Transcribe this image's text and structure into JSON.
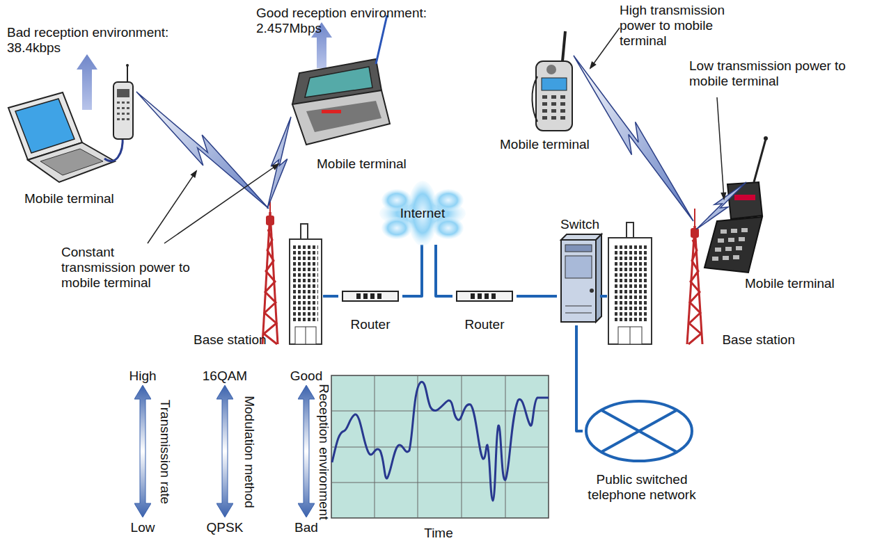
{
  "diagram": {
    "nodes": [
      {
        "text": [
          "Base station"
        ]
      },
      {
        "text": [
          "Router"
        ]
      },
      {
        "text": [
          "Internet"
        ]
      },
      {
        "text": [
          "Router"
        ]
      },
      {
        "text": [
          "Switch"
        ]
      },
      {
        "text": [
          "Base station"
        ]
      },
      {
        "text": [
          "Public switched telephone network"
        ]
      }
    ],
    "edges": [
      {
        "from": 0,
        "to": 1,
        "arrow": "none"
      },
      {
        "from": 1,
        "to": 2,
        "arrow": "none"
      },
      {
        "from": 2,
        "to": 3,
        "arrow": "none"
      },
      {
        "from": 3,
        "to": 4,
        "arrow": "none"
      },
      {
        "from": 4,
        "to": 5,
        "arrow": "none"
      },
      {
        "from": 4,
        "to": 6,
        "arrow": "none"
      }
    ],
    "labels": [
      "Bad reception environment: 38.4kbps",
      "Good reception environment: 2.457Mbps",
      "High transmission power to mobile terminal",
      "Low transmission power to mobile terminal",
      "Mobile terminal",
      "Mobile terminal",
      "Mobile terminal",
      "Mobile terminal",
      "Constant transmission power to mobile terminal",
      "High",
      "Low",
      "Transmission rate",
      "16QAM",
      "QPSK",
      "Modulation method",
      "Good",
      "Bad",
      "Reception environment",
      "Time"
    ]
  }
}
